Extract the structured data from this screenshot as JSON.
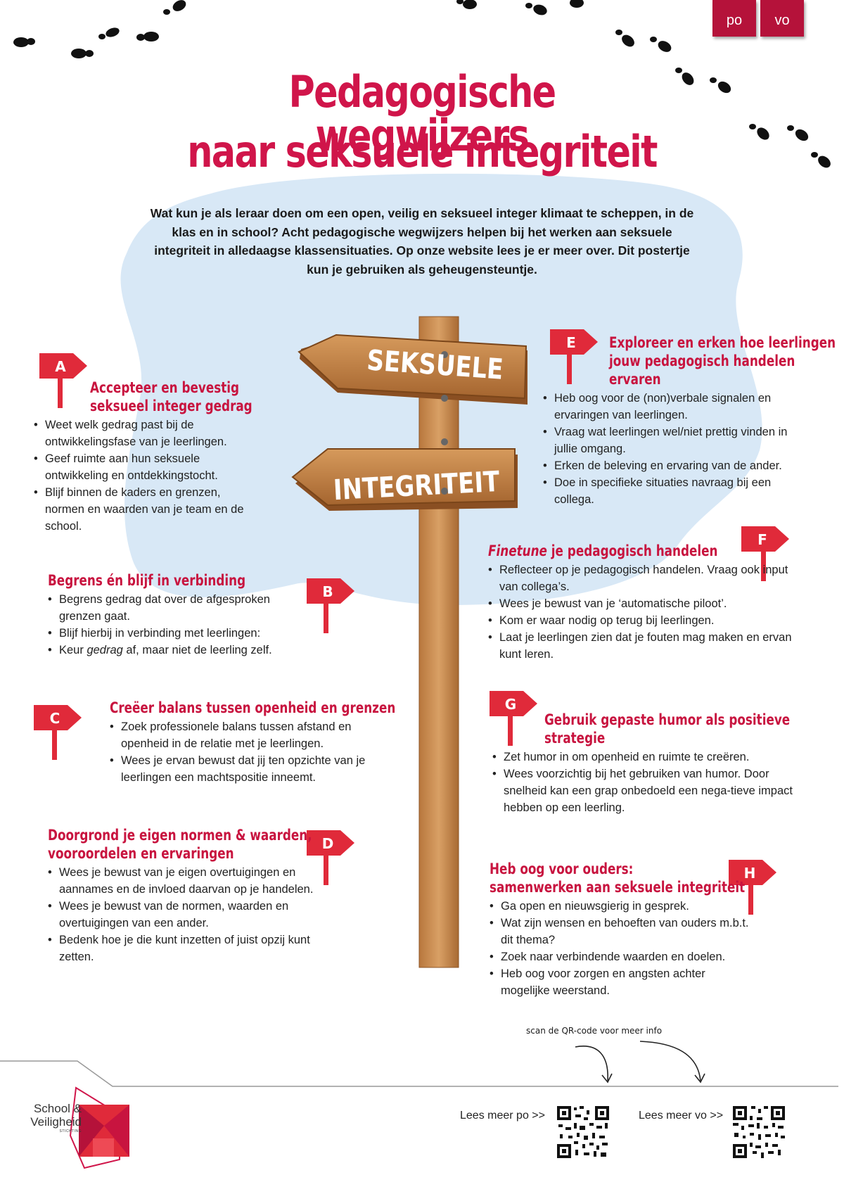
{
  "tabs": [
    "po",
    "vo"
  ],
  "title_line1": "Pedagogische wegwijzers",
  "title_line2": "naar seksuele integriteit",
  "intro": "Wat kun je als leraar doen om een open, veilig en seksueel integer klimaat te scheppen, in de klas en in school? Acht pedagogische wegwijzers helpen bij het werken aan seksuele integriteit in alledaagse klassensituaties. Op onze website lees je er meer over. Dit postertje kun je gebruiken als geheugensteuntje.",
  "signpost": {
    "top": "SEKSUELE",
    "bottom": "INTEGRITEIT"
  },
  "sections": {
    "A": {
      "letter": "A",
      "title1": "Accepteer en bevestig",
      "title2": "seksueel integer gedrag",
      "bullets": [
        "Weet welk gedrag past bij de ontwikkelingsfase van je leerlingen.",
        "Geef ruimte aan hun seksuele ontwikkeling en ontdekkingstocht.",
        "Blijf binnen de kaders en grenzen, normen en waarden van je team en de school."
      ]
    },
    "B": {
      "letter": "B",
      "title1": "Begrens én blijf in verbinding",
      "bullets": [
        "Begrens gedrag dat over de afgesproken grenzen gaat.",
        "Blijf hierbij in verbinding met leerlingen:"
      ],
      "last_pre": "Keur ",
      "last_em": "gedrag",
      "last_post": " af, maar niet de leerling zelf."
    },
    "C": {
      "letter": "C",
      "title1": "Creëer balans tussen openheid en grenzen",
      "bullets": [
        "Zoek professionele balans tussen afstand en openheid in de relatie met je leerlingen.",
        "Wees je ervan bewust dat jij ten opzichte van je leerlingen een machtspositie inneemt."
      ]
    },
    "D": {
      "letter": "D",
      "title1": "Doorgrond je eigen normen & waarden,",
      "title2": "vooroordelen en ervaringen",
      "bullets": [
        "Wees je bewust van je eigen overtuigingen en aannames en de invloed daarvan op je handelen.",
        "Wees je bewust van de normen, waarden en overtuigingen van een ander.",
        "Bedenk hoe je die kunt inzetten of juist opzij kunt zetten."
      ]
    },
    "E": {
      "letter": "E",
      "title1": "Exploreer en erken hoe leerlingen",
      "title2": "jouw pedagogisch handelen",
      "title3": "ervaren",
      "bullets": [
        "Heb oog voor de (non)verbale signalen en ervaringen van leerlingen.",
        "Vraag wat leerlingen wel/niet prettig vinden in jullie omgang.",
        "Erken de beleving en ervaring van de ander.",
        "Doe in specifieke situaties navraag bij een collega."
      ]
    },
    "F": {
      "letter": "F",
      "title_em": "Finetune",
      "title_rest": " je pedagogisch handelen",
      "bullets": [
        "Reflecteer op je pedagogisch handelen. Vraag ook input van collega’s.",
        "Wees je bewust van je ‘automatische piloot’.",
        "Kom er waar nodig op terug bij leerlingen.",
        "Laat je leerlingen zien dat je fouten mag maken en ervan kunt leren."
      ]
    },
    "G": {
      "letter": "G",
      "title1": "Gebruik gepaste humor als positieve",
      "title2": "strategie",
      "bullets": [
        "Zet humor in om openheid en ruimte te creëren.",
        "Wees voorzichtig bij het gebruiken van humor. Door snelheid kan een grap onbedoeld een nega-tieve impact hebben op een leerling."
      ]
    },
    "H": {
      "letter": "H",
      "title1": "Heb oog voor ouders:",
      "title2": "samenwerken aan seksuele integriteit",
      "bullets": [
        "Ga open en nieuwsgierig in gesprek.",
        "Wat zijn wensen en behoeften van ouders m.b.t. dit thema?",
        "Zoek naar verbindende waarden en doelen.",
        "Heb oog voor zorgen en angsten achter mogelijke weerstand."
      ]
    }
  },
  "footer": {
    "qr_hint": "scan de QR-code voor meer info",
    "lees_po": "Lees meer po >>",
    "lees_vo": "Lees meer vo >>",
    "logo_line1": "School &",
    "logo_line2": "Veiligheid",
    "logo_line3": "STICHTING"
  },
  "colors": {
    "brand_red": "#d0154a",
    "sign_red": "#e02a3a",
    "tab_red": "#b5123a",
    "sky_blue": "#d6e8f7",
    "wood": "#c98a4e"
  }
}
